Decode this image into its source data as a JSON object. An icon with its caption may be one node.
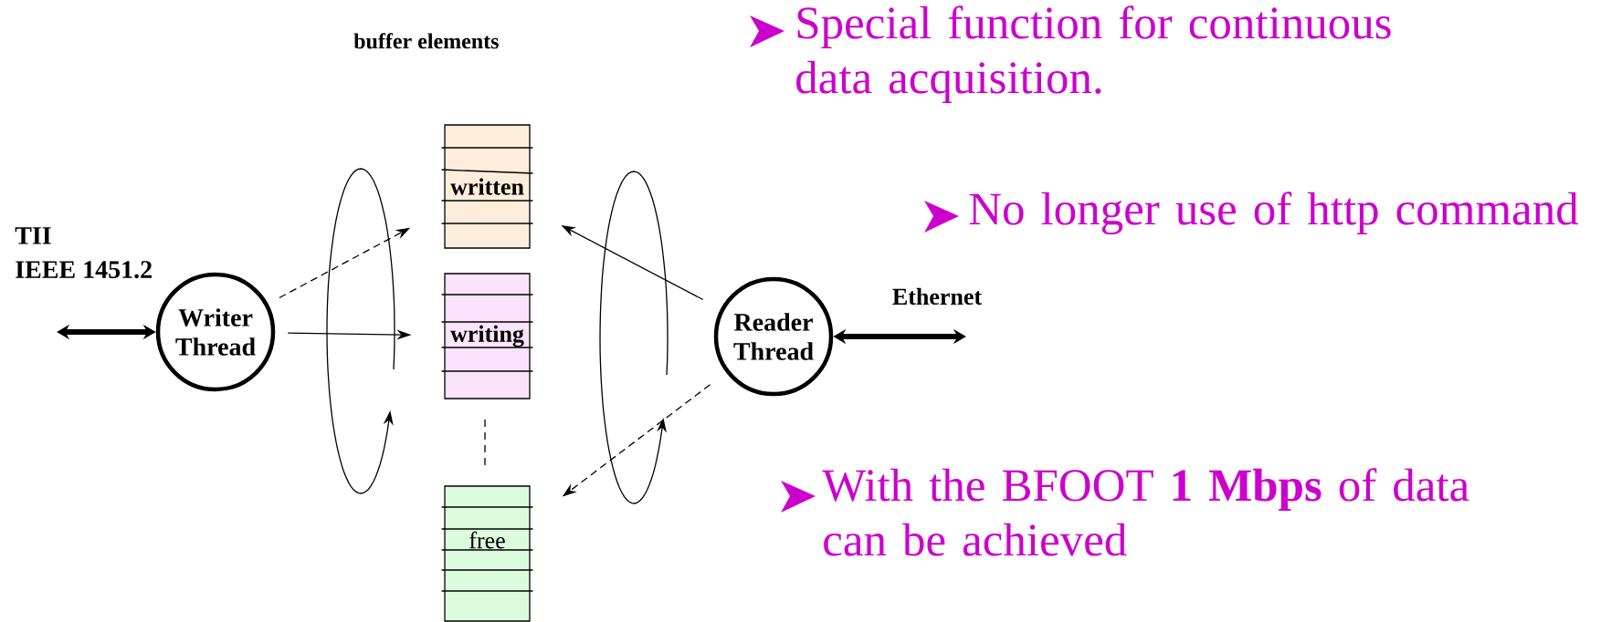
{
  "diagram": {
    "nodes": [
      {
        "text": [
          "Writer Thread"
        ]
      },
      {
        "text": [
          "written"
        ]
      },
      {
        "text": [
          "writing"
        ]
      },
      {
        "text": [
          "free"
        ]
      },
      {
        "text": [
          "Reader Thread"
        ]
      }
    ],
    "edges": [
      {
        "from": 0,
        "to": 1,
        "arrow": "to",
        "style": "dashed"
      },
      {
        "from": 0,
        "to": 2,
        "arrow": "to"
      },
      {
        "from": 4,
        "to": 1,
        "arrow": "to"
      },
      {
        "from": 4,
        "to": 3,
        "arrow": "to",
        "style": "dashed"
      },
      {
        "from": null,
        "to": 0,
        "arrow": "both",
        "style": "thick"
      },
      {
        "from": 4,
        "to": null,
        "arrow": "both",
        "style": "thick",
        "label": "Ethernet"
      }
    ],
    "labels": [
      "Special function for continuous data acquisition.",
      "buffer elements",
      "No longer use of http command",
      "TII",
      "IEEE 1451.2",
      "With the BFOOT **1 Mbps** of data can be achieved"
    ]
  }
}
